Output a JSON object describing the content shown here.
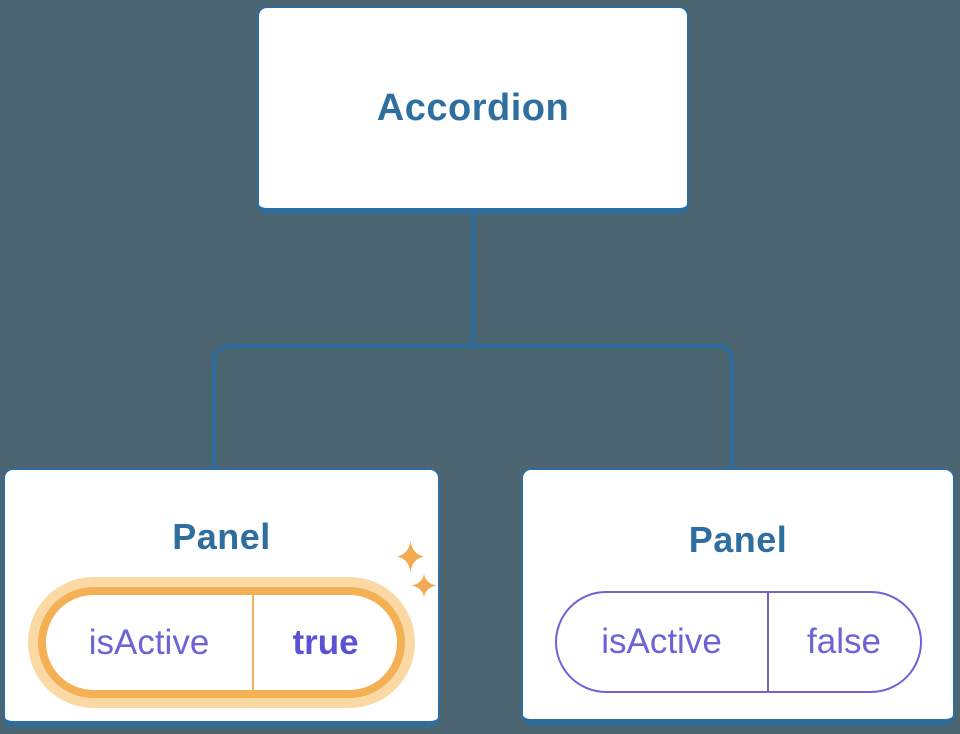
{
  "tree": {
    "root": {
      "label": "Accordion"
    },
    "panels": [
      {
        "title": "Panel",
        "prop_name": "isActive",
        "prop_value": "true",
        "state": "active-highlighted"
      },
      {
        "title": "Panel",
        "prop_name": "isActive",
        "prop_value": "false",
        "state": "inactive"
      }
    ]
  },
  "colors": {
    "background": "#4c6671",
    "node_fill": "#ffffff",
    "node_border_blue": "#2f6d9e",
    "heading_blue": "#2f6f9f",
    "prop_purple": "#6b63d6",
    "prop_value_bold_purple": "#5b52d3",
    "highlight_orange": "#f4b054",
    "highlight_glow": "#fbd9a5",
    "sparkle_orange": "#f2ab52"
  }
}
